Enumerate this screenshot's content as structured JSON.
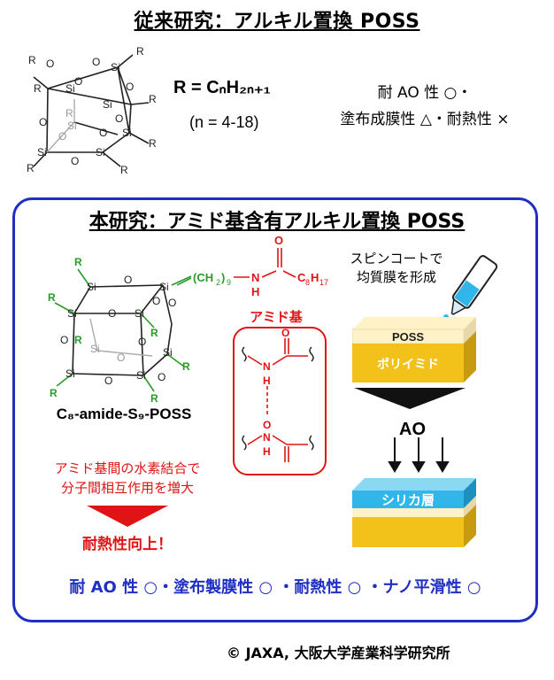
{
  "conventional": {
    "title": "従来研究：アルキル置換 POSS",
    "equation_r": "R = CₙH₂ₙ₊₁",
    "equation_n": "(n = 4-18)",
    "properties_line1": "耐 AO 性 ○・",
    "properties_line2": "塗布成膜性 △・耐熱性 ×"
  },
  "this_work": {
    "title": "本研究：アミド基含有アルキル置換 POSS",
    "compound_name": "C₈-amide-S₉-POSS",
    "side_chain": "(CH₂)₉ ─ N ─ C ─ C₈H₁₇",
    "amide_label": "アミド基",
    "hbond_note_line1": "アミド基間の水素結合で",
    "hbond_note_line2": "分子間相互作用を増大",
    "heat_result": "耐熱性向上！",
    "spin_note_line1": "スピンコートで",
    "spin_note_line2": "均質膜を形成",
    "layer_poss": "POSS",
    "layer_polyimide": "ポリイミド",
    "ao_label": "AO",
    "layer_silica": "シリカ層",
    "result_properties": "耐 AO 性 ○・塗布製膜性 ○ ・耐熱性 ○ ・ナノ平滑性 ○"
  },
  "copyright": "© JAXA, 大阪大学産業科学研究所",
  "colors": {
    "panel_border": "#1f2fc2",
    "red": "#e01414",
    "green": "#2a9a2a",
    "gold": "#f2c21b",
    "cyan": "#30b6e8"
  }
}
